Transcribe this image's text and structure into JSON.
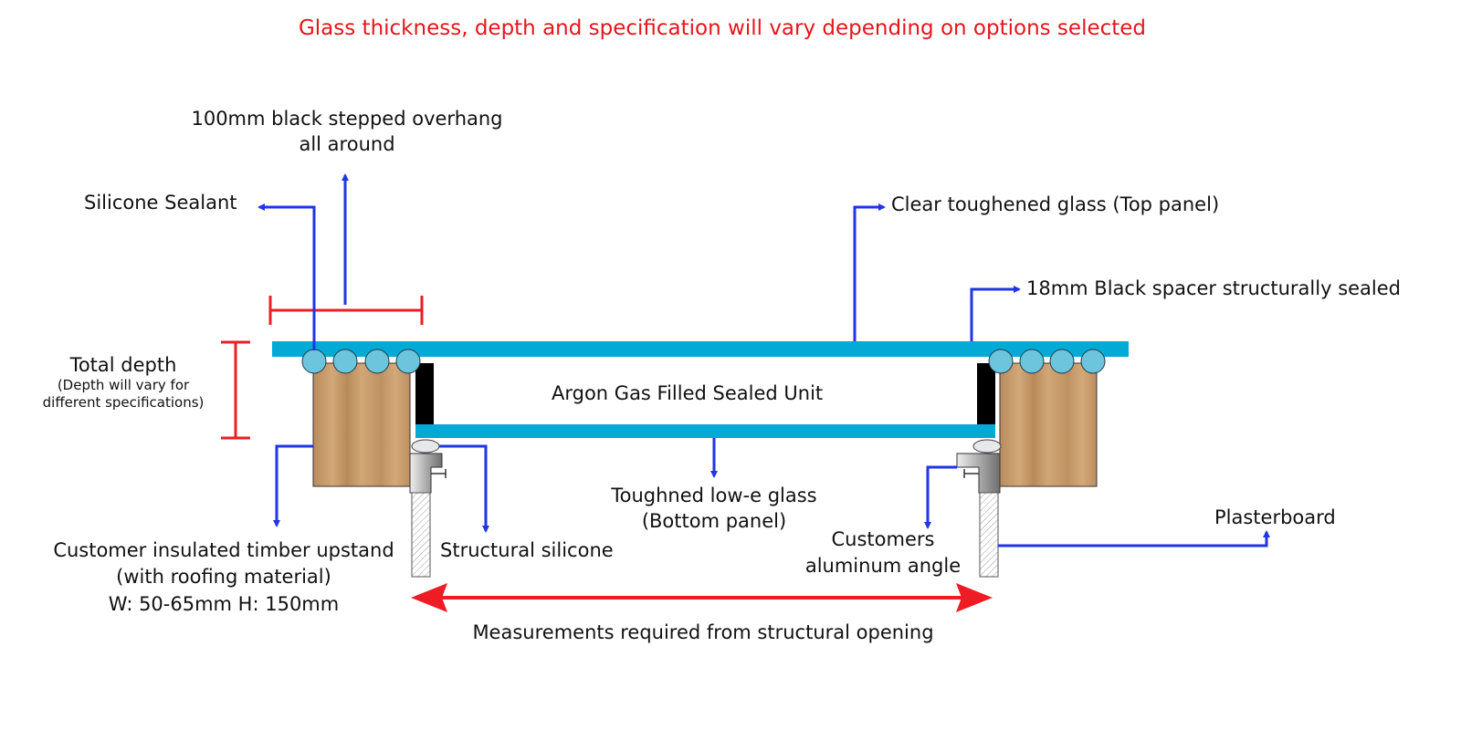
{
  "title": "Glass thickness, depth and specification will vary depending on options selected",
  "colors": {
    "title": "#e8141c",
    "dimension_red": "#ee1c24",
    "leader_blue": "#1f35e6",
    "glass": "#05a9d6",
    "spacer_bead": "#6cc5dc",
    "timber": "#c49a6c",
    "spacer_black": "#000000",
    "silicone": "#e6e8ea",
    "angle_grey": "#a8a8a8"
  },
  "labels": {
    "overhang_line1": "100mm black stepped overhang",
    "overhang_line2": "all around",
    "silicone_sealant": "Silicone Sealant",
    "clear_glass": "Clear toughened glass (Top panel)",
    "black_spacer": "18mm Black spacer structurally sealed",
    "total_depth": "Total depth",
    "total_depth_note1": "(Depth will vary for",
    "total_depth_note2": "different specifications)",
    "argon": "Argon Gas Filled Sealed Unit",
    "lowe_line1": "Toughned low-e glass",
    "lowe_line2": "(Bottom panel)",
    "upstand_line1": "Customer insulated timber upstand",
    "upstand_line2": "(with roofing material)",
    "upstand_line3": "W: 50-65mm  H: 150mm",
    "structural_silicone": "Structural silicone",
    "angle_line1": "Customers",
    "angle_line2": "aluminum angle",
    "plasterboard": "Plasterboard",
    "measurements": "Measurements required from structural opening"
  }
}
